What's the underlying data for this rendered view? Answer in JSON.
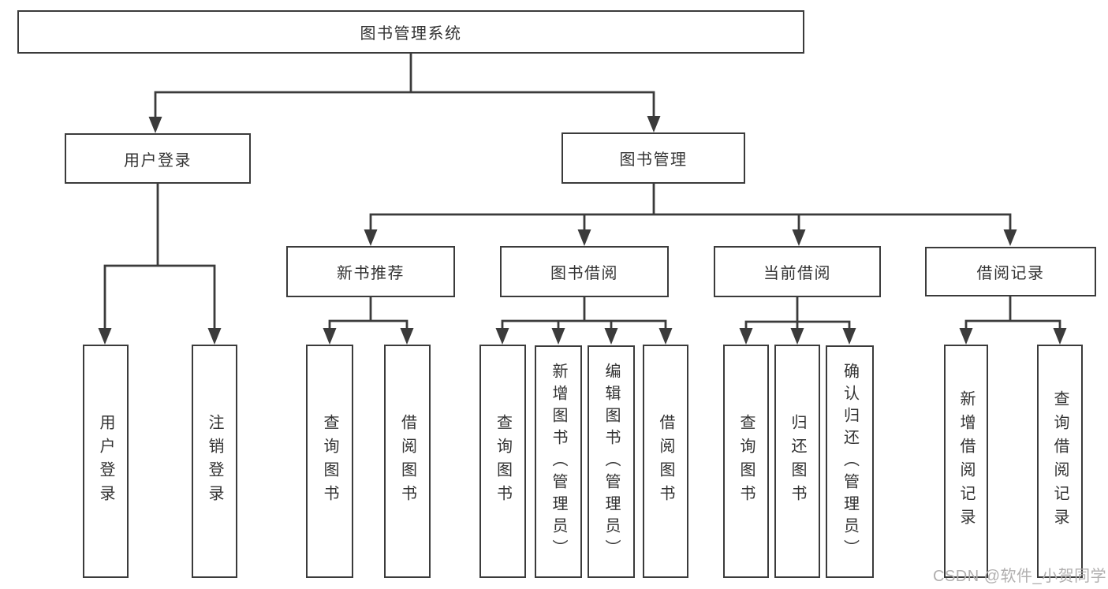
{
  "diagram": {
    "tree": {
      "label": "图书管理系统",
      "children": [
        {
          "label": "用户登录",
          "children": [
            {
              "label": "用户登录"
            },
            {
              "label": "注销登录"
            }
          ]
        },
        {
          "label": "图书管理",
          "children": [
            {
              "label": "新书推荐",
              "children": [
                {
                  "label": "查询图书"
                },
                {
                  "label": "借阅图书"
                }
              ]
            },
            {
              "label": "图书借阅",
              "children": [
                {
                  "label": "查询图书"
                },
                {
                  "label": "新增图书（管理员）"
                },
                {
                  "label": "编辑图书（管理员）"
                },
                {
                  "label": "借阅图书"
                }
              ]
            },
            {
              "label": "当前借阅",
              "children": [
                {
                  "label": "查询图书"
                },
                {
                  "label": "归还图书"
                },
                {
                  "label": "确认归还（管理员）"
                }
              ]
            },
            {
              "label": "借阅记录",
              "children": [
                {
                  "label": "新增借阅记录"
                },
                {
                  "label": "查询借阅记录"
                }
              ]
            }
          ]
        }
      ]
    },
    "colors": {
      "line": "#3b3b3b",
      "text": "#333333",
      "background": "#ffffff"
    }
  },
  "watermark": {
    "text": "CSDN @软件_小贺同学",
    "color": "#b1afaf"
  }
}
